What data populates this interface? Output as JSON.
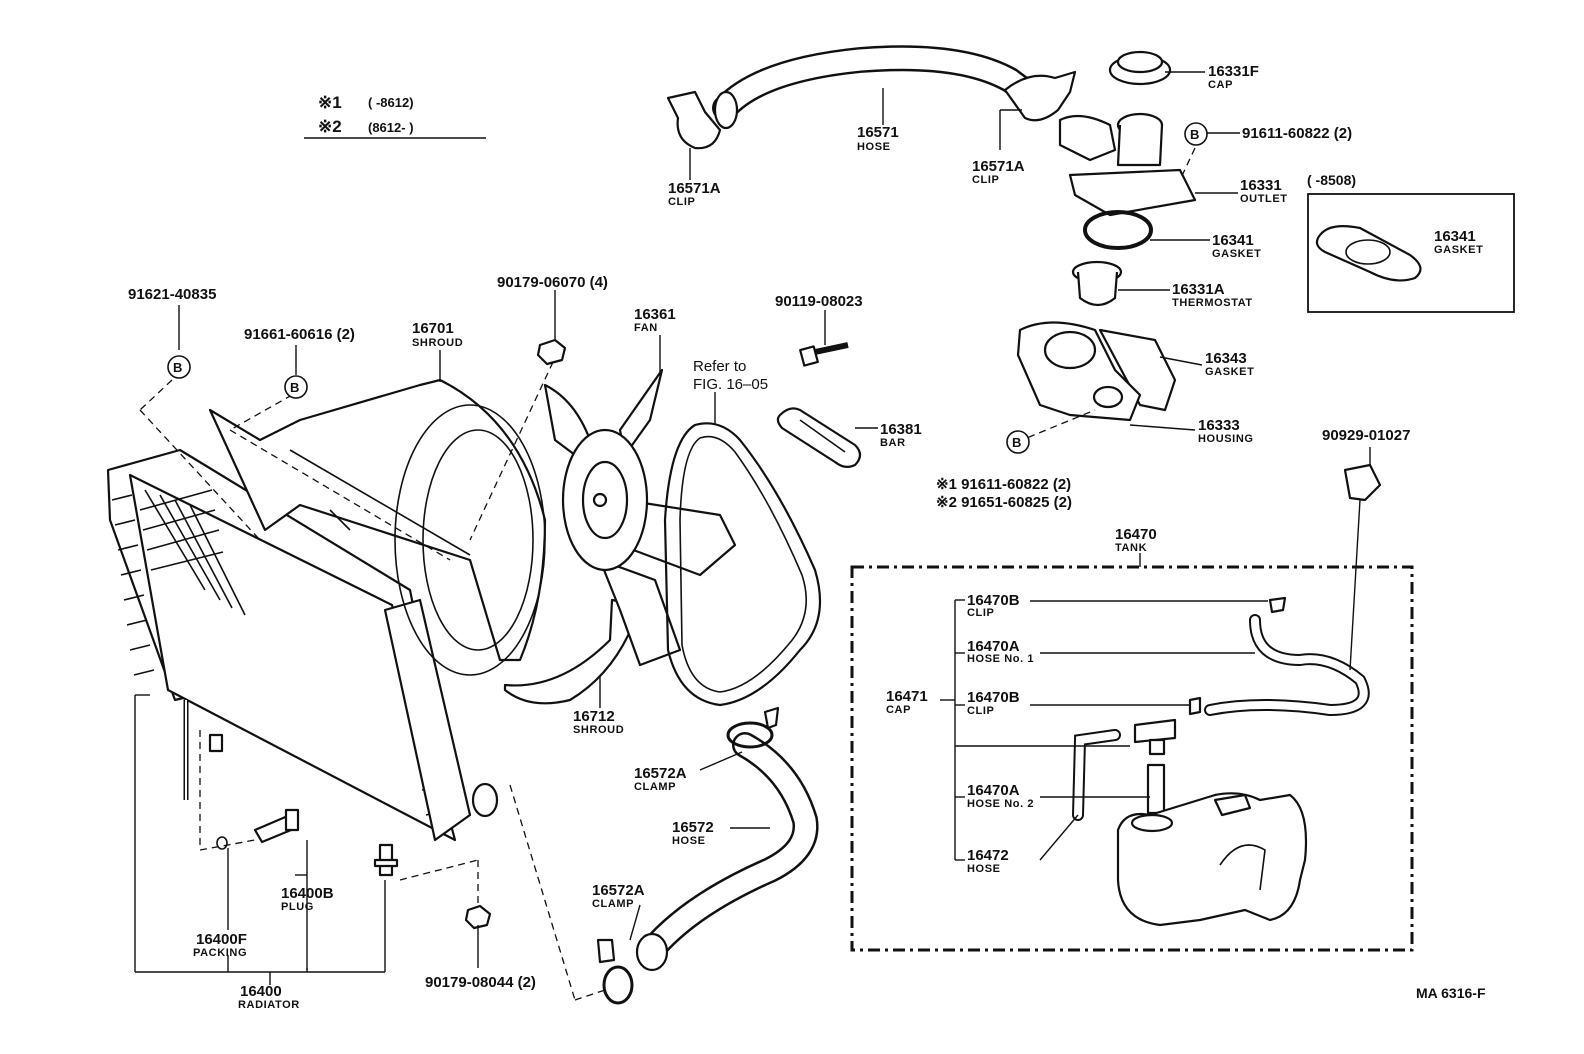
{
  "legend": {
    "rows": [
      {
        "mark": "※1",
        "range": "(      -8612)"
      },
      {
        "mark": "※2",
        "range": "(8612-      )"
      }
    ]
  },
  "bolt_symbol": "B",
  "callouts": {
    "c_91621_40835": {
      "number": "91621-40835",
      "name": ""
    },
    "c_91661_60616": {
      "number": "91661-60616 (2)",
      "name": ""
    },
    "c_16701": {
      "number": "16701",
      "name": "SHROUD"
    },
    "c_90179_06070": {
      "number": "90179-06070 (4)",
      "name": ""
    },
    "c_16361": {
      "number": "16361",
      "name": "FAN"
    },
    "c_refer": {
      "number": "Refer to",
      "name": "FIG. 16–05"
    },
    "c_90119_08023": {
      "number": "90119-08023",
      "name": ""
    },
    "c_16381": {
      "number": "16381",
      "name": "BAR"
    },
    "c_16571A_l": {
      "number": "16571A",
      "name": "CLIP"
    },
    "c_16571": {
      "number": "16571",
      "name": "HOSE"
    },
    "c_16571A_r": {
      "number": "16571A",
      "name": "CLIP"
    },
    "c_16331F": {
      "number": "16331F",
      "name": "CAP"
    },
    "c_91611_60822": {
      "number": "91611-60822 (2)",
      "name": ""
    },
    "c_16331": {
      "number": "16331",
      "name": "OUTLET"
    },
    "c_16341": {
      "number": "16341",
      "name": "GASKET"
    },
    "c_16331A": {
      "number": "16331A",
      "name": "THERMOSTAT"
    },
    "c_16343": {
      "number": "16343",
      "name": "GASKET"
    },
    "c_16333": {
      "number": "16333",
      "name": "HOUSING"
    },
    "c_inset_range": {
      "number": "(      -8508)",
      "name": ""
    },
    "c_inset_16341": {
      "number": "16341",
      "name": "GASKET"
    },
    "c_90929_01027": {
      "number": "90929-01027",
      "name": ""
    },
    "c_bolt_1": {
      "number": "※1 91611-60822 (2)",
      "name": ""
    },
    "c_bolt_2": {
      "number": "※2 91651-60825 (2)",
      "name": ""
    },
    "c_16470": {
      "number": "16470",
      "name": "TANK"
    },
    "c_16470B_1": {
      "number": "16470B",
      "name": "CLIP"
    },
    "c_16470A_1": {
      "number": "16470A",
      "name": "HOSE No. 1"
    },
    "c_16471": {
      "number": "16471",
      "name": "CAP"
    },
    "c_16470B_2": {
      "number": "16470B",
      "name": "CLIP"
    },
    "c_16470A_2": {
      "number": "16470A",
      "name": "HOSE No. 2"
    },
    "c_16472": {
      "number": "16472",
      "name": "HOSE"
    },
    "c_16712": {
      "number": "16712",
      "name": "SHROUD"
    },
    "c_16572A_1": {
      "number": "16572A",
      "name": "CLAMP"
    },
    "c_16572": {
      "number": "16572",
      "name": "HOSE"
    },
    "c_16572A_2": {
      "number": "16572A",
      "name": "CLAMP"
    },
    "c_16400B": {
      "number": "16400B",
      "name": "PLUG"
    },
    "c_16400F": {
      "number": "16400F",
      "name": "PACKING"
    },
    "c_16400": {
      "number": "16400",
      "name": "RADIATOR"
    },
    "c_90179_08044": {
      "number": "90179-08044 (2)",
      "name": ""
    }
  },
  "figure_code": "MA 6316-F"
}
